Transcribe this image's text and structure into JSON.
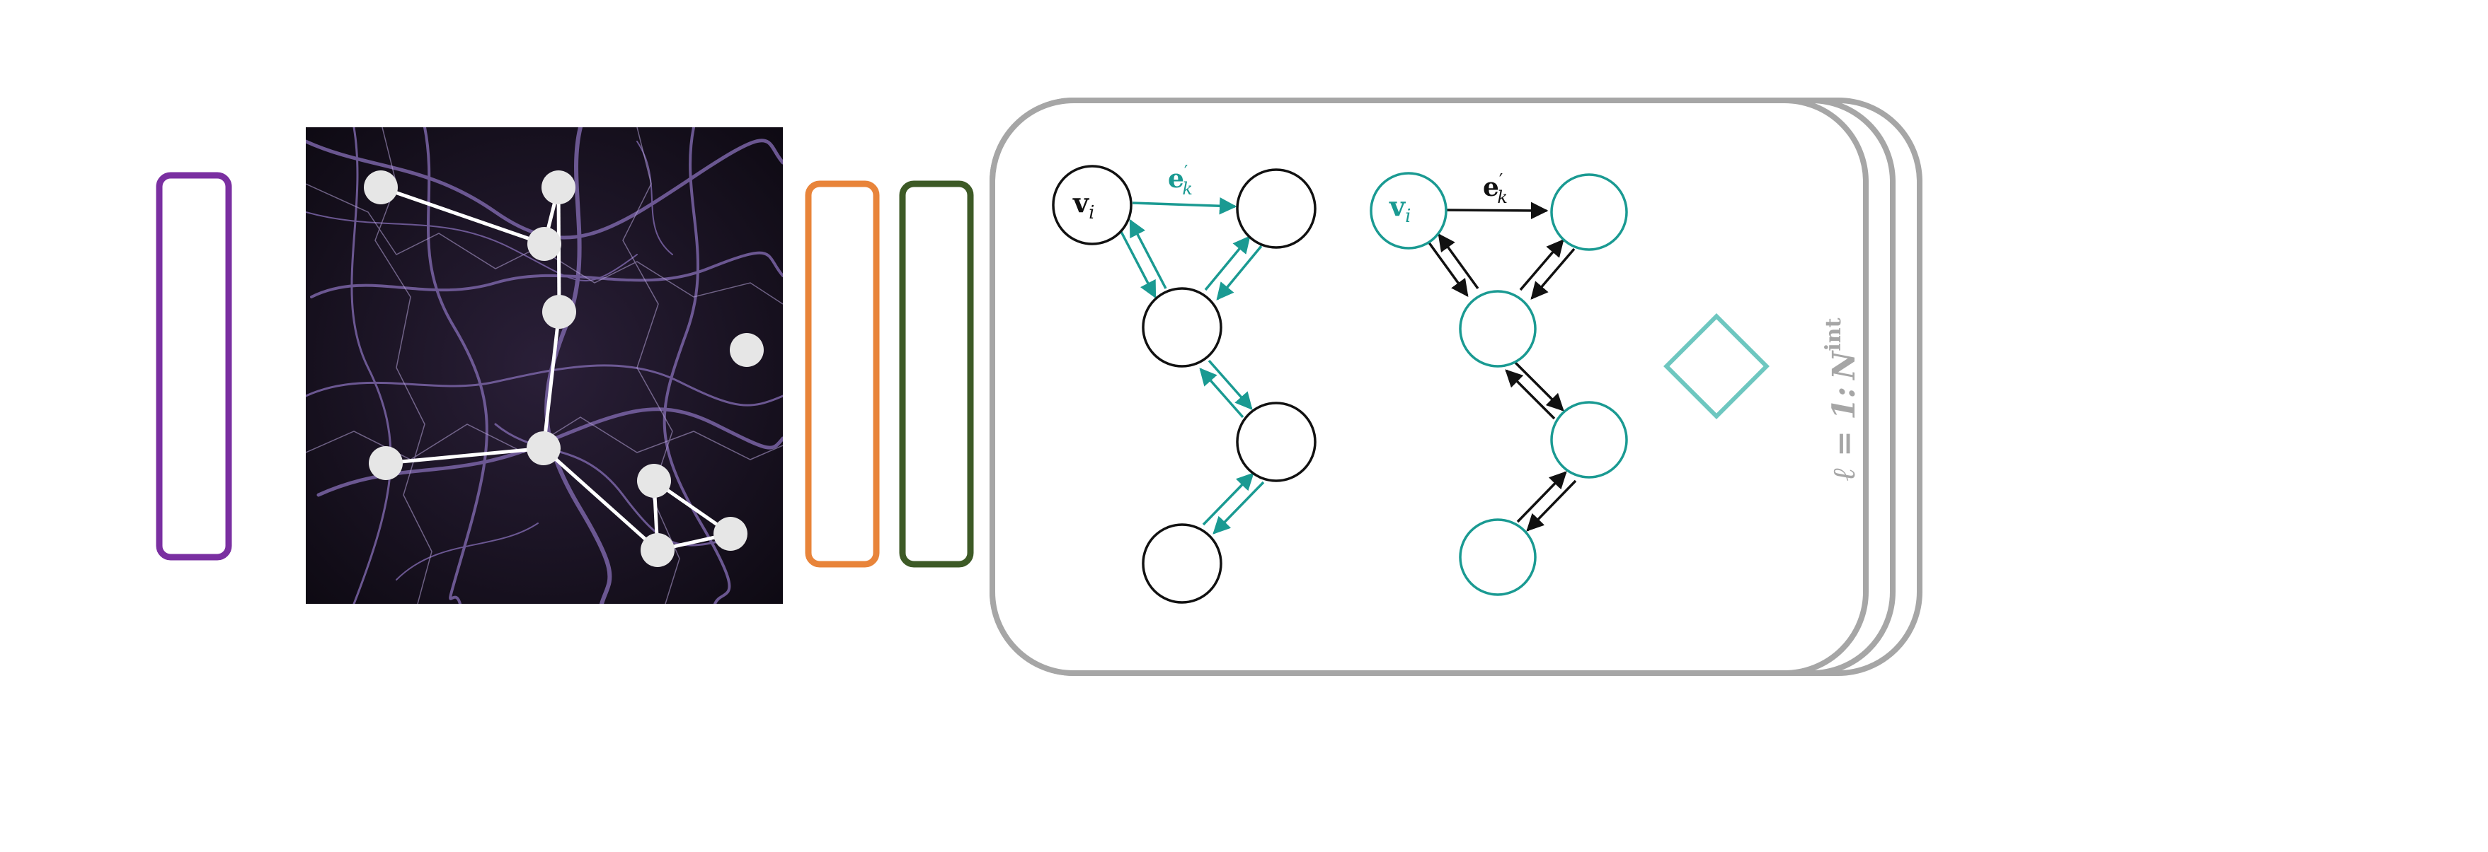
{
  "colors": {
    "purple": "#7a2fa1",
    "orange": "#e8843a",
    "green": "#3d5a26",
    "teal": "#1a9a92",
    "teal_light": "#6ec7c0",
    "gray": "#a6a6a6",
    "black": "#111111",
    "node_fill": "#e6e6e6",
    "cosmic_bg": "#120d18"
  },
  "left_graph_node": {
    "vertex": {
      "main": "v",
      "sub": "i"
    },
    "edge": {
      "main": "e",
      "prime": "′",
      "sub": "k"
    }
  },
  "right_graph_node": {
    "vertex": {
      "main": "v",
      "sub": "i"
    },
    "edge": {
      "main": "e",
      "prime": "′",
      "sub": "k"
    }
  },
  "loop_label": {
    "lhs": "ℓ = 1:",
    "base": "N",
    "sup": "int"
  },
  "icons": [
    "purple-input-box",
    "cosmic-web-image",
    "orange-box",
    "green-box",
    "teal-diamond-icon"
  ]
}
